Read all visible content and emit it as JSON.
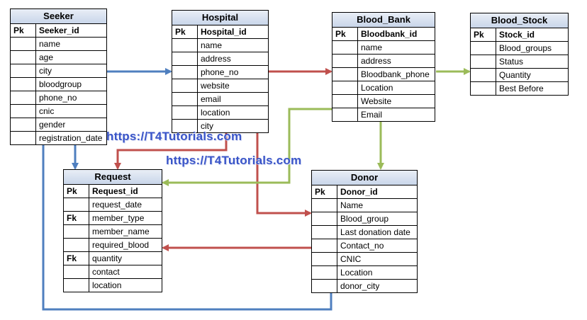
{
  "entities": [
    {
      "id": "seeker",
      "title": "Seeker",
      "rows": [
        {
          "key": "Pk",
          "name": "Seeker_id"
        },
        {
          "key": "",
          "name": "name"
        },
        {
          "key": "",
          "name": "age"
        },
        {
          "key": "",
          "name": "city"
        },
        {
          "key": "",
          "name": "bloodgroup"
        },
        {
          "key": "",
          "name": "phone_no"
        },
        {
          "key": "",
          "name": "cnic"
        },
        {
          "key": "",
          "name": "gender"
        },
        {
          "key": "",
          "name": "registration_date"
        }
      ]
    },
    {
      "id": "hospital",
      "title": "Hospital",
      "rows": [
        {
          "key": "Pk",
          "name": "Hospital_id"
        },
        {
          "key": "",
          "name": "name"
        },
        {
          "key": "",
          "name": "address"
        },
        {
          "key": "",
          "name": "phone_no"
        },
        {
          "key": "",
          "name": "website"
        },
        {
          "key": "",
          "name": "email"
        },
        {
          "key": "",
          "name": "location"
        },
        {
          "key": "",
          "name": "city"
        }
      ]
    },
    {
      "id": "blood_bank",
      "title": "Blood_Bank",
      "rows": [
        {
          "key": "Pk",
          "name": "Bloodbank_id"
        },
        {
          "key": "",
          "name": "name"
        },
        {
          "key": "",
          "name": "address"
        },
        {
          "key": "",
          "name": "Bloodbank_phone"
        },
        {
          "key": "",
          "name": "Location"
        },
        {
          "key": "",
          "name": "Website"
        },
        {
          "key": "",
          "name": "Email"
        }
      ]
    },
    {
      "id": "blood_stock",
      "title": "Blood_Stock",
      "rows": [
        {
          "key": "Pk",
          "name": "Stock_id"
        },
        {
          "key": "",
          "name": "Blood_groups"
        },
        {
          "key": "",
          "name": "Status"
        },
        {
          "key": "",
          "name": "Quantity"
        },
        {
          "key": "",
          "name": "Best Before"
        }
      ]
    },
    {
      "id": "request",
      "title": "Request",
      "rows": [
        {
          "key": "Pk",
          "name": "Request_id"
        },
        {
          "key": "",
          "name": "request_date"
        },
        {
          "key": "Fk",
          "name": "member_type"
        },
        {
          "key": "",
          "name": "member_name"
        },
        {
          "key": "",
          "name": "required_blood"
        },
        {
          "key": "Fk",
          "name": "quantity"
        },
        {
          "key": "",
          "name": "contact"
        },
        {
          "key": "",
          "name": "location"
        }
      ]
    },
    {
      "id": "donor",
      "title": "Donor",
      "rows": [
        {
          "key": "Pk",
          "name": "Donor_id"
        },
        {
          "key": "",
          "name": "Name"
        },
        {
          "key": "",
          "name": "Blood_group"
        },
        {
          "key": "",
          "name": "Last donation date"
        },
        {
          "key": "",
          "name": "Contact_no"
        },
        {
          "key": "",
          "name": "CNIC"
        },
        {
          "key": "",
          "name": "Location"
        },
        {
          "key": "",
          "name": "donor_city"
        }
      ]
    }
  ],
  "watermarks": [
    "https://T4Tutorials.com",
    "https://T4Tutorials.com"
  ],
  "colors": {
    "blue": "#4f7fbf",
    "red": "#c0504d",
    "green": "#9bbb59"
  }
}
